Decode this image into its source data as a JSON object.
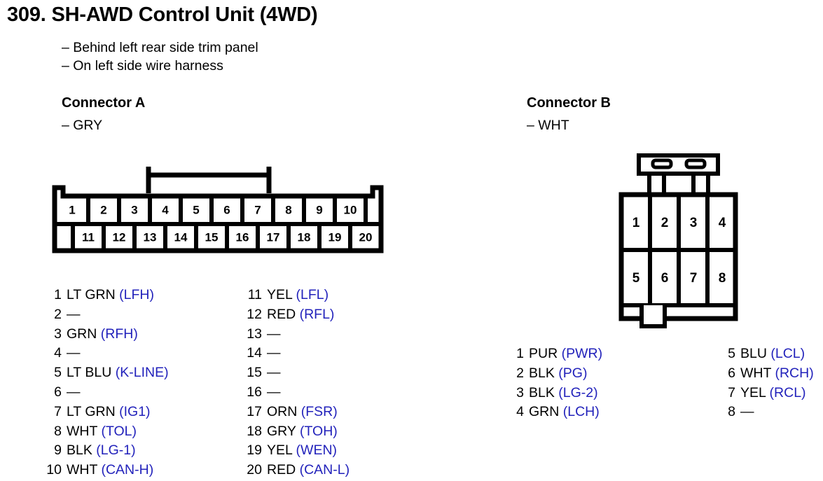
{
  "page": {
    "title": "309. SH-AWD Control Unit (4WD)",
    "notes": [
      "– Behind left rear side trim panel",
      "– On left side wire harness"
    ]
  },
  "colors": {
    "ink": "#000000",
    "signal_code": "#2222bb",
    "background": "#ffffff"
  },
  "connectors": [
    {
      "id": "A",
      "title": "Connector A",
      "housing_color": "– GRY",
      "pin_count": 20,
      "layout": {
        "top_row": [
          "1",
          "2",
          "3",
          "4",
          "5",
          "6",
          "7",
          "8",
          "9",
          "10"
        ],
        "bottom_row": [
          "11",
          "12",
          "13",
          "14",
          "15",
          "16",
          "17",
          "18",
          "19",
          "20"
        ]
      },
      "pins_column_1": [
        {
          "num": "1",
          "wire": "LT GRN",
          "code": "(LFH)"
        },
        {
          "num": "2",
          "wire": "—",
          "code": ""
        },
        {
          "num": "3",
          "wire": "GRN",
          "code": "(RFH)"
        },
        {
          "num": "4",
          "wire": "—",
          "code": ""
        },
        {
          "num": "5",
          "wire": "LT BLU",
          "code": "(K-LINE)"
        },
        {
          "num": "6",
          "wire": "—",
          "code": ""
        },
        {
          "num": "7",
          "wire": "LT GRN",
          "code": "(IG1)"
        },
        {
          "num": "8",
          "wire": "WHT",
          "code": "(TOL)"
        },
        {
          "num": "9",
          "wire": "BLK",
          "code": "(LG-1)"
        },
        {
          "num": "10",
          "wire": "WHT",
          "code": "(CAN-H)"
        }
      ],
      "pins_column_2": [
        {
          "num": "11",
          "wire": "YEL",
          "code": "(LFL)"
        },
        {
          "num": "12",
          "wire": "RED",
          "code": "(RFL)"
        },
        {
          "num": "13",
          "wire": "—",
          "code": ""
        },
        {
          "num": "14",
          "wire": "—",
          "code": ""
        },
        {
          "num": "15",
          "wire": "—",
          "code": ""
        },
        {
          "num": "16",
          "wire": "—",
          "code": ""
        },
        {
          "num": "17",
          "wire": "ORN",
          "code": "(FSR)"
        },
        {
          "num": "18",
          "wire": "GRY",
          "code": "(TOH)"
        },
        {
          "num": "19",
          "wire": "YEL",
          "code": "(WEN)"
        },
        {
          "num": "20",
          "wire": "RED",
          "code": "(CAN-L)"
        }
      ]
    },
    {
      "id": "B",
      "title": "Connector B",
      "housing_color": "– WHT",
      "pin_count": 8,
      "layout": {
        "top_row": [
          "1",
          "2",
          "3",
          "4"
        ],
        "bottom_row": [
          "5",
          "6",
          "7",
          "8"
        ]
      },
      "pins_column_1": [
        {
          "num": "1",
          "wire": "PUR",
          "code": "(PWR)"
        },
        {
          "num": "2",
          "wire": "BLK",
          "code": "(PG)"
        },
        {
          "num": "3",
          "wire": "BLK",
          "code": "(LG-2)"
        },
        {
          "num": "4",
          "wire": "GRN",
          "code": "(LCH)"
        }
      ],
      "pins_column_2": [
        {
          "num": "5",
          "wire": "BLU",
          "code": "(LCL)"
        },
        {
          "num": "6",
          "wire": "WHT",
          "code": "(RCH)"
        },
        {
          "num": "7",
          "wire": "YEL",
          "code": "(RCL)"
        },
        {
          "num": "8",
          "wire": "—",
          "code": ""
        }
      ]
    }
  ]
}
